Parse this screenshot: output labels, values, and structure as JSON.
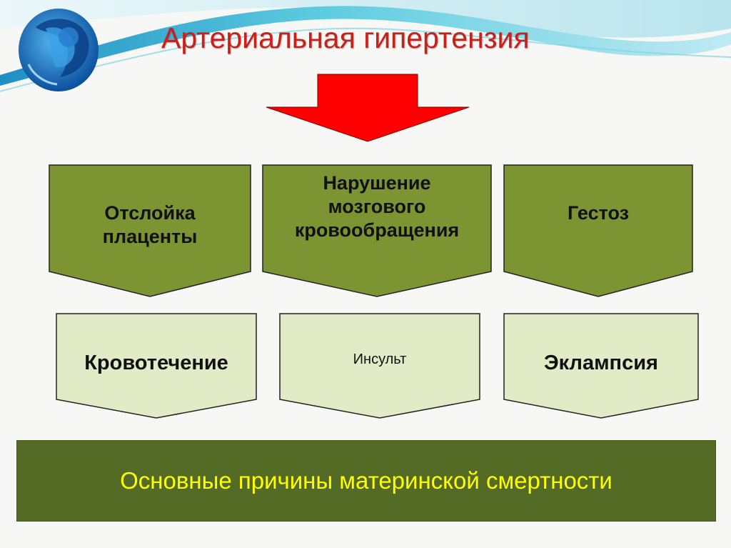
{
  "title": "Артериальная гипертензия",
  "colors": {
    "title": "#c8201a",
    "arrow": "#ff0000",
    "top_box_fill": "#7d9432",
    "bottom_box_fill": "#e1ebc5",
    "banner_fill": "#536b25",
    "banner_text": "#ffff00"
  },
  "top_boxes": [
    {
      "lines": [
        "Отслойка",
        "плаценты"
      ]
    },
    {
      "lines": [
        "Нарушение",
        "мозгового",
        "кровообращения"
      ]
    },
    {
      "lines": [
        "Гестоз"
      ]
    }
  ],
  "bottom_boxes": [
    {
      "label": "Кровотечение"
    },
    {
      "label": "Инсульт"
    },
    {
      "label": "Эклампсия"
    }
  ],
  "banner": "Основные причины материнской смертности",
  "logo_icon": "fetus-logo-icon"
}
